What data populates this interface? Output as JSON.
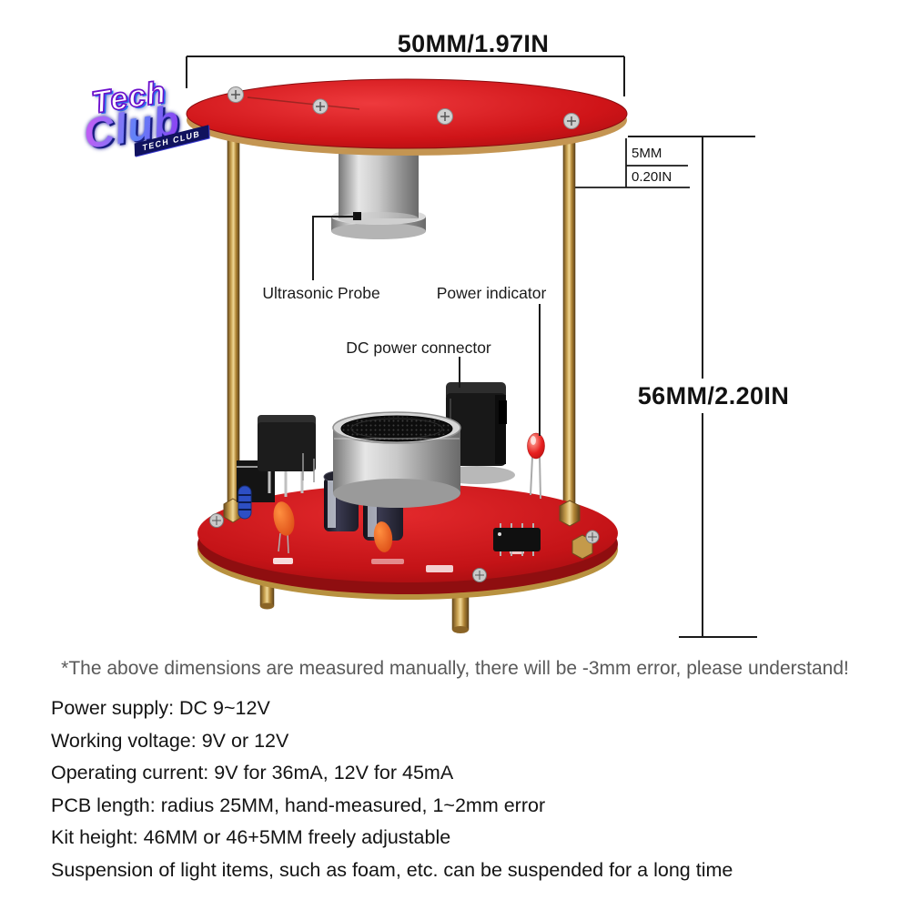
{
  "logo": {
    "line1": "Tech",
    "line2": "Club",
    "ribbon": "TECH CLUB"
  },
  "dimensions": {
    "top_width": "50MM/1.97IN",
    "gap_line1": "5MM",
    "gap_line2": "0.20IN",
    "height": "56MM/2.20IN"
  },
  "labels": {
    "ultrasonic_probe": "Ultrasonic Probe",
    "power_indicator": "Power indicator",
    "dc_power_connector": "DC power connector"
  },
  "footnote": "*The above dimensions are measured manually, there will be -3mm error, please understand!",
  "specs": [
    "Power supply: DC 9~12V",
    "Working voltage: 9V or 12V",
    "Operating current: 9V for 36mA, 12V for 45mA",
    "PCB length: radius 25MM, hand-measured, 1~2mm error",
    "Kit height: 46MM or 46+5MM freely adjustable",
    "Suspension of light items, such as foam, etc. can be suspended for a long time"
  ],
  "colors": {
    "pcb_red": "#cf1418",
    "brass": "#c79f4e",
    "annotation": "#1a1a1a",
    "led_red": "#e82020"
  }
}
